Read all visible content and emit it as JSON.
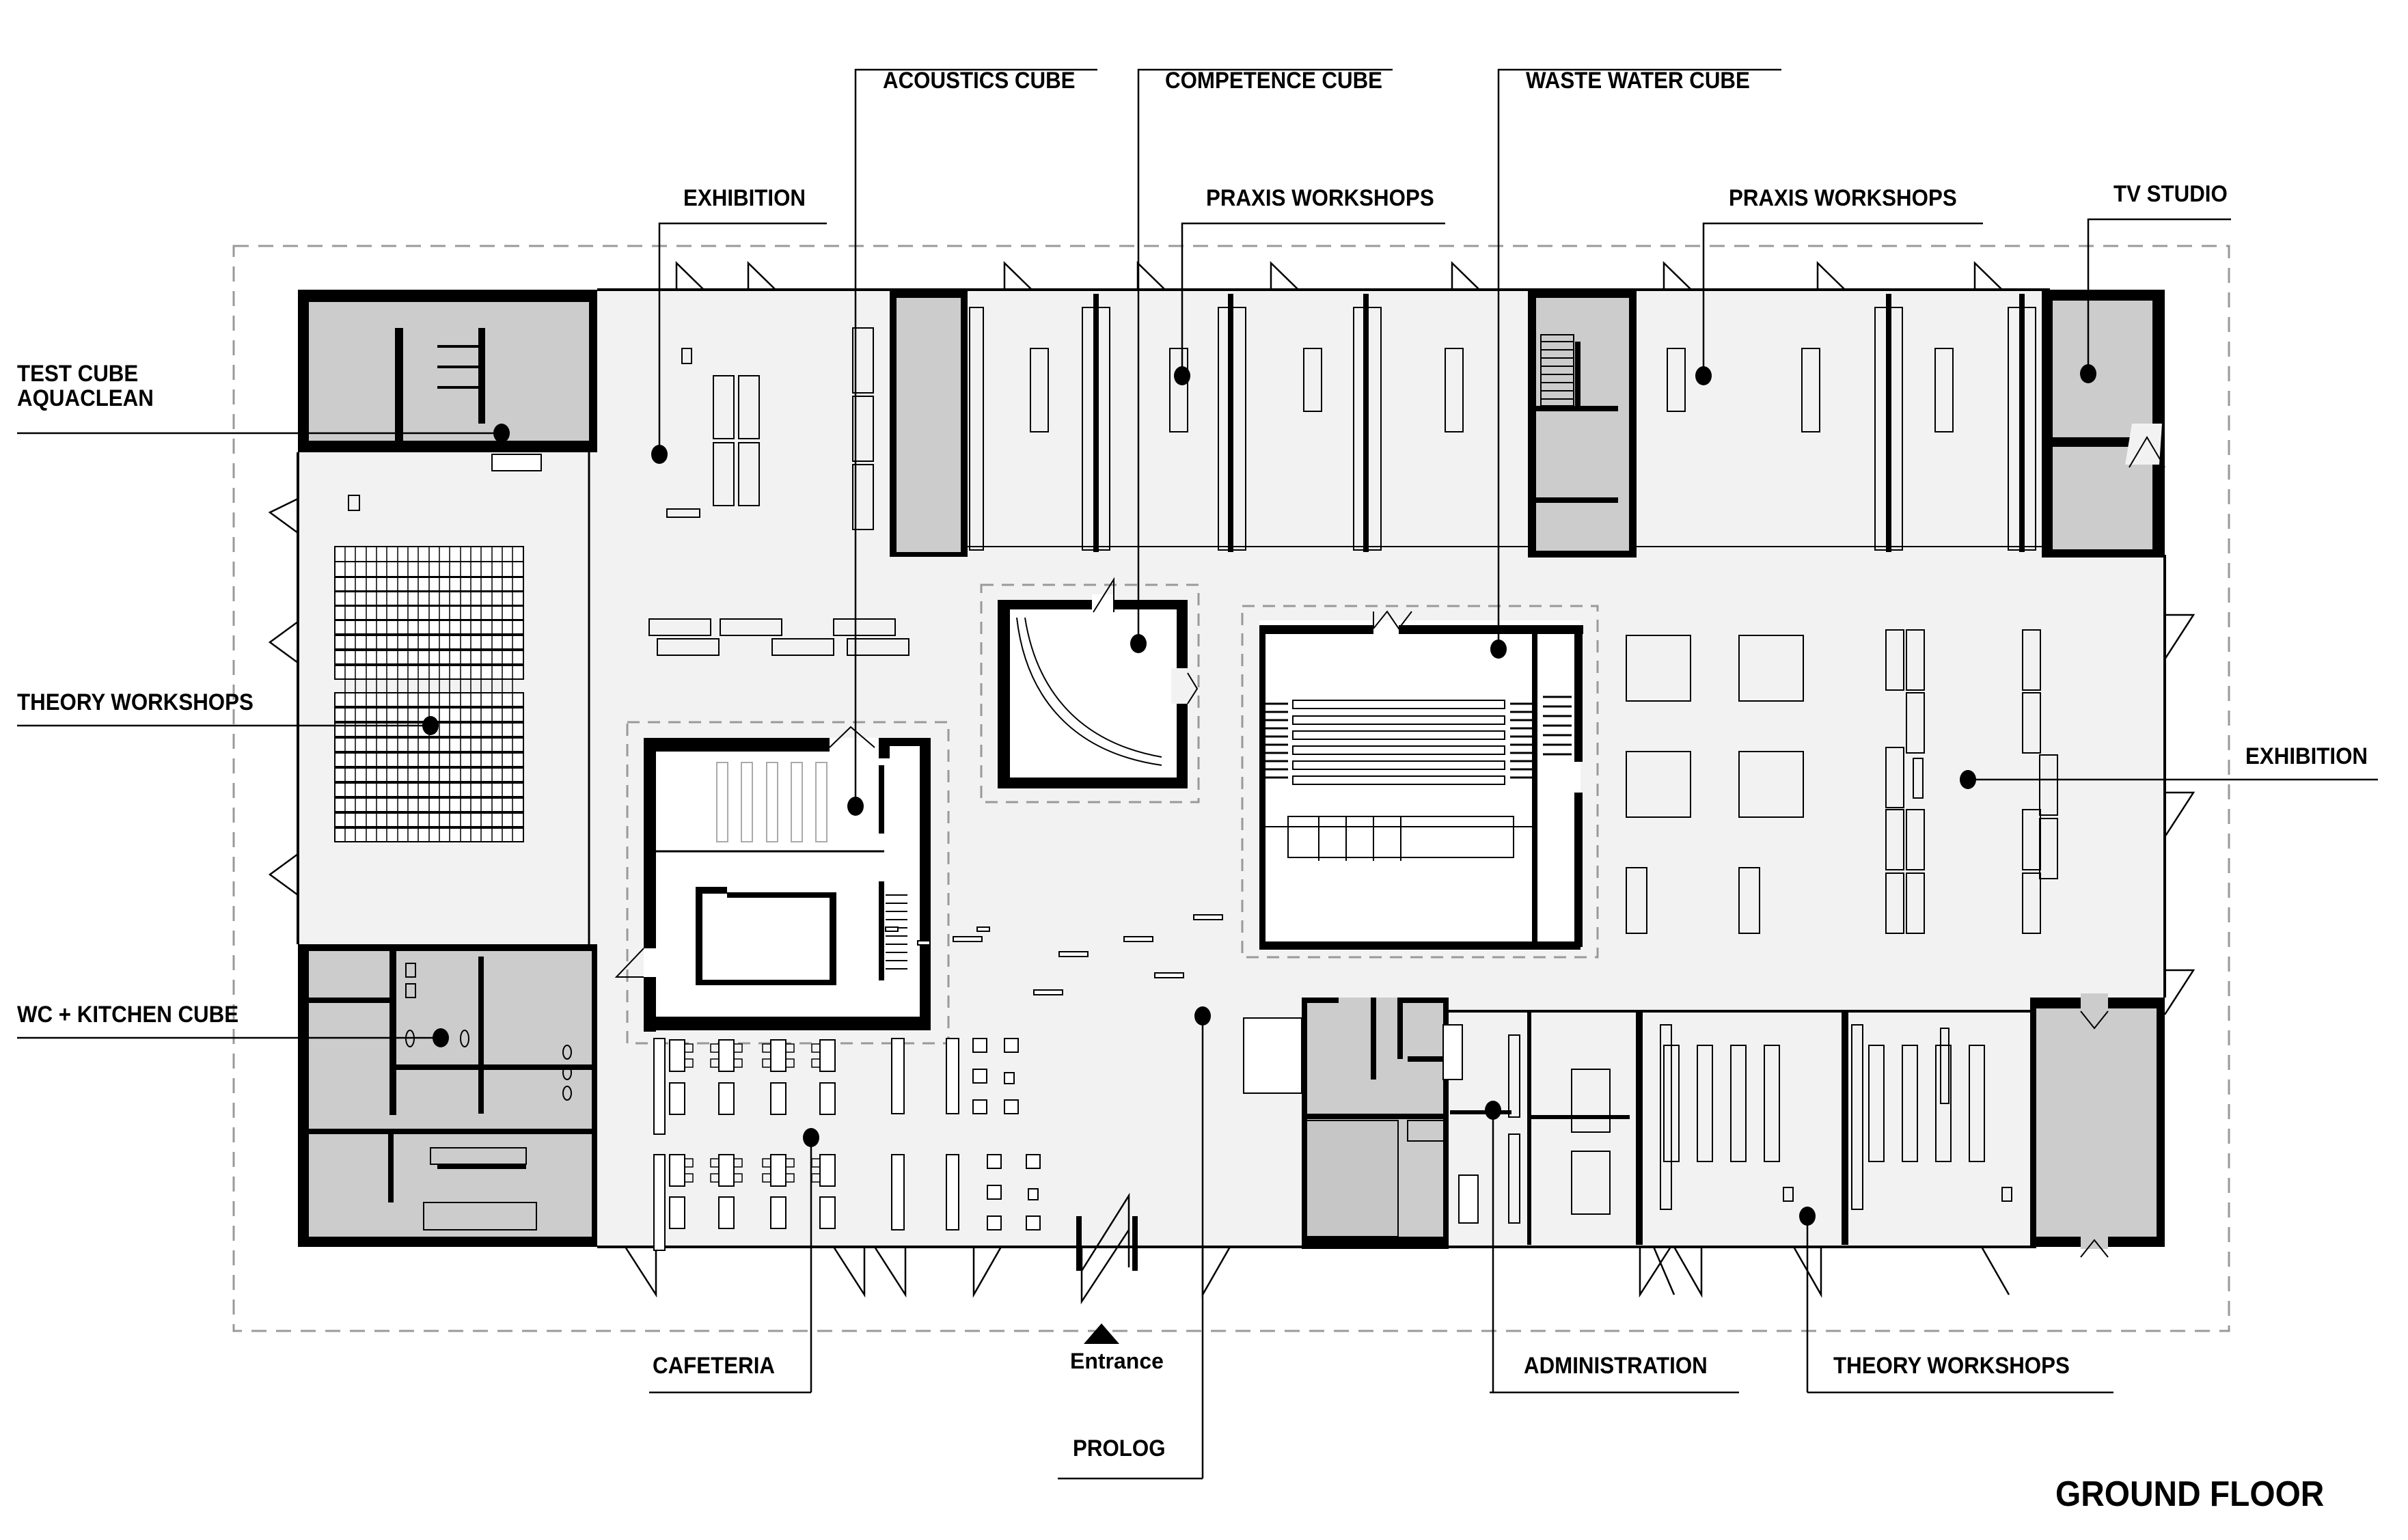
{
  "drawing": {
    "title": "GROUND FLOOR",
    "type": "architectural floor plan",
    "colors": {
      "background": "#ffffff",
      "floor": "#f2f2f2",
      "cube_fill": "#cccccc",
      "wall": "#000000",
      "dashed_outline": "#999999"
    }
  },
  "labels": {
    "test_cube": [
      "TEST CUBE",
      "AQUACLEAN"
    ],
    "theory_workshops_left": "THEORY WORKSHOPS",
    "wc_kitchen_cube": "WC + KITCHEN CUBE",
    "exhibition_left": "EXHIBITION",
    "acoustics_cube": "ACOUSTICS CUBE",
    "competence_cube": "COMPETENCE CUBE",
    "praxis_workshops_1": "PRAXIS WORKSHOPS",
    "waste_water_cube": "WASTE WATER CUBE",
    "praxis_workshops_2": "PRAXIS WORKSHOPS",
    "tv_studio": "TV STUDIO",
    "exhibition_right": "EXHIBITION",
    "cafeteria": "CAFETERIA",
    "entrance": "Entrance",
    "prolog": "PROLOG",
    "administration": "ADMINISTRATION",
    "theory_workshops_right": "THEORY WORKSHOPS"
  }
}
